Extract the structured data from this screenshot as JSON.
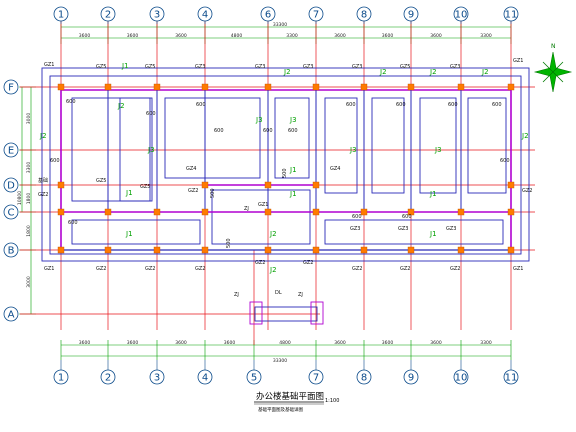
{
  "axes_top": [
    "1",
    "2",
    "3",
    "4",
    "6",
    "7",
    "8",
    "9",
    "10",
    "11"
  ],
  "axes_bottom": [
    "1",
    "2",
    "3",
    "4",
    "5",
    "7",
    "8",
    "9",
    "10",
    "11"
  ],
  "axes_left": [
    "F",
    "E",
    "D",
    "C",
    "B",
    "A"
  ],
  "top_dims": {
    "total": "33300",
    "segments": [
      "3600",
      "3600",
      "3600",
      "4800",
      "3300",
      "3600",
      "3600",
      "3600",
      "3300"
    ]
  },
  "bottom_dims": {
    "total": "33300",
    "segments": [
      "3600",
      "3600",
      "3600",
      "3600",
      "4800",
      "3600",
      "3600",
      "3600",
      "3300"
    ]
  },
  "left_dims": {
    "outer": [
      "10800"
    ],
    "inner": [
      "3000",
      "3300",
      "1800",
      "1800",
      "3000"
    ]
  },
  "labels": {
    "gz1": "GZ1",
    "gz2": "GZ2",
    "gz3": "GZ3",
    "gz4": "GZ4",
    "gz5": "GZ5",
    "zj": "ZJ",
    "dl": "DL",
    "j1": "J1",
    "j2": "J2",
    "j3": "J3",
    "d600": "600",
    "d500": "500",
    "corner": "基础"
  },
  "title": {
    "main": "办公楼基础平面图",
    "scale": "1:100",
    "sub": "基础平面图及基础详图"
  },
  "north": {
    "label": "N"
  },
  "colors": {
    "grid_red": "#e8141a",
    "foundation_blue": "#2a2ab8",
    "beam_magenta": "#b000d0",
    "column_orange": "#ff7a00",
    "dim_green": "#00a000",
    "bubble": "#0a4a8a"
  }
}
